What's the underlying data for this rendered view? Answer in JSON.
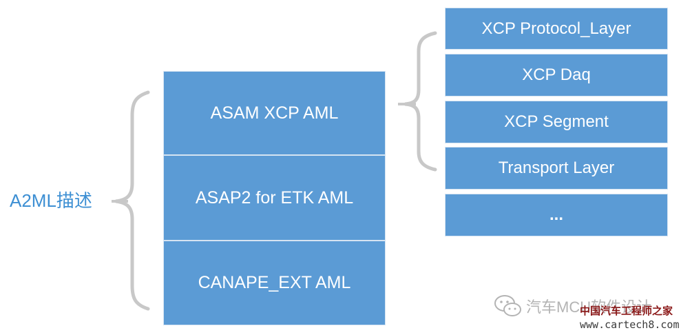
{
  "diagram": {
    "root_label": "A2ML描述",
    "left_items": [
      "ASAM XCP AML",
      "ASAP2 for ETK AML",
      "CANAPE_EXT AML"
    ],
    "right_items": [
      "XCP Protocol_Layer",
      "XCP Daq",
      "XCP Segment",
      "Transport Layer",
      "..."
    ]
  },
  "watermark": {
    "wechat_name": "汽车MCU软件设计",
    "site_name": "中国汽车工程师之家",
    "site_url": "www.cartech8.com"
  },
  "colors": {
    "box_fill": "#5b9bd5",
    "label_text": "#3d8fd3",
    "brace": "#c8c8c8"
  }
}
